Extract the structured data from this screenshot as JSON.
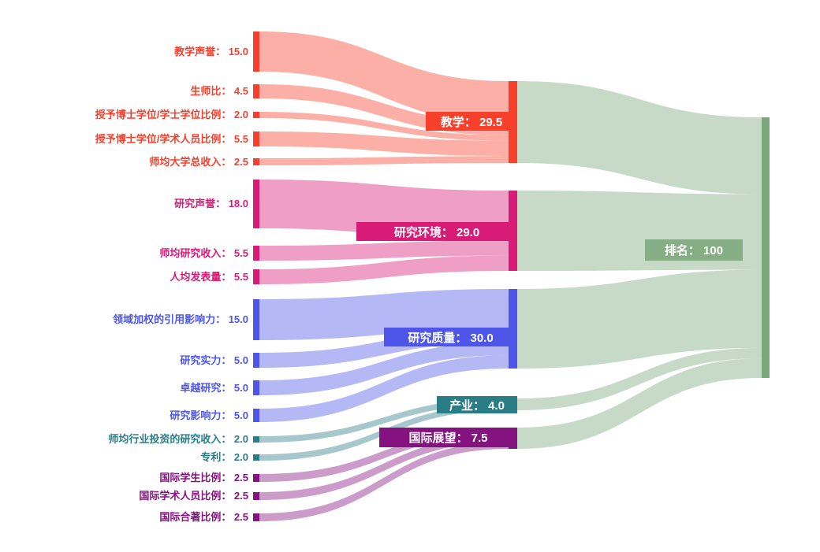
{
  "background_color": "#ffffff",
  "chart_data": {
    "type": "sankey",
    "title": "",
    "orientation": "horizontal",
    "total": 100,
    "target": {
      "id": "overall-ranking",
      "label": "排名",
      "value": 100,
      "text": "排名：  100",
      "color": "#7aa87b",
      "box_color": "#85ae85"
    },
    "groups": [
      {
        "id": "teaching",
        "label": "教学",
        "value": 29.5,
        "text": "教学：  29.5",
        "color": "#f6402c",
        "sources": [
          {
            "id": "teaching-reputation",
            "label": "教学声誉",
            "value": 15.0,
            "text": "教学声誉：  15.0"
          },
          {
            "id": "student-staff-ratio",
            "label": "生师比",
            "value": 4.5,
            "text": "生师比：  4.5"
          },
          {
            "id": "doctorate-bachelor-ratio",
            "label": "授予博士学位/学士学位比例",
            "value": 2.0,
            "text": "授予博士学位/学士学位比例：  2.0"
          },
          {
            "id": "doctorate-staff-ratio",
            "label": "授予博士学位/学术人员比例",
            "value": 5.5,
            "text": "授予博士学位/学术人员比例：  5.5"
          },
          {
            "id": "institutional-income",
            "label": "师均大学总收入",
            "value": 2.5,
            "text": "师均大学总收入：  2.5"
          }
        ]
      },
      {
        "id": "research-environment",
        "label": "研究环境",
        "value": 29.0,
        "text": "研究环境：  29.0",
        "color": "#d81b77",
        "sources": [
          {
            "id": "research-reputation",
            "label": "研究声誉",
            "value": 18.0,
            "text": "研究声誉：  18.0"
          },
          {
            "id": "research-income",
            "label": "师均研究收入",
            "value": 5.5,
            "text": "师均研究收入：  5.5"
          },
          {
            "id": "research-productivity",
            "label": "人均发表量",
            "value": 5.5,
            "text": "人均发表量：  5.5"
          }
        ]
      },
      {
        "id": "research-quality",
        "label": "研究质量",
        "value": 30.0,
        "text": "研究质量：  30.0",
        "color": "#4d56e8",
        "sources": [
          {
            "id": "citation-impact",
            "label": "领域加权的引用影响力",
            "value": 15.0,
            "text": "领域加权的引用影响力：  15.0"
          },
          {
            "id": "research-strength",
            "label": "研究实力",
            "value": 5.0,
            "text": "研究实力：  5.0"
          },
          {
            "id": "research-excellence",
            "label": "卓越研究",
            "value": 5.0,
            "text": "卓越研究：  5.0"
          },
          {
            "id": "research-influence",
            "label": "研究影响力",
            "value": 5.0,
            "text": "研究影响力：  5.0"
          }
        ]
      },
      {
        "id": "industry",
        "label": "产业",
        "value": 4.0,
        "text": "产业：  4.0",
        "color": "#2a7d87",
        "sources": [
          {
            "id": "industry-income",
            "label": "师均行业投资的研究收入",
            "value": 2.0,
            "text": "师均行业投资的研究收入：  2.0"
          },
          {
            "id": "patents",
            "label": "专利",
            "value": 2.0,
            "text": "专利：  2.0"
          }
        ]
      },
      {
        "id": "international-outlook",
        "label": "国际展望",
        "value": 7.5,
        "text": "国际展望：  7.5",
        "color": "#84127f",
        "sources": [
          {
            "id": "international-students",
            "label": "国际学生比例",
            "value": 2.5,
            "text": "国际学生比例：  2.5"
          },
          {
            "id": "international-staff",
            "label": "国际学术人员比例",
            "value": 2.5,
            "text": "国际学术人员比例：  2.5"
          },
          {
            "id": "international-coauthorship",
            "label": "国际合著比例",
            "value": 2.5,
            "text": "国际合著比例：  2.5"
          }
        ]
      }
    ]
  }
}
